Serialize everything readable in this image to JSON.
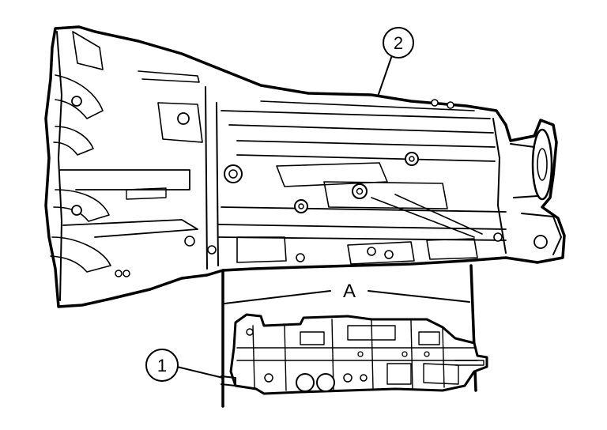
{
  "diagram": {
    "callouts": [
      {
        "id": "1",
        "label": "1"
      },
      {
        "id": "2",
        "label": "2"
      }
    ],
    "dimension_label": "A",
    "colors": {
      "ink": "#000000",
      "background": "#ffffff"
    }
  }
}
